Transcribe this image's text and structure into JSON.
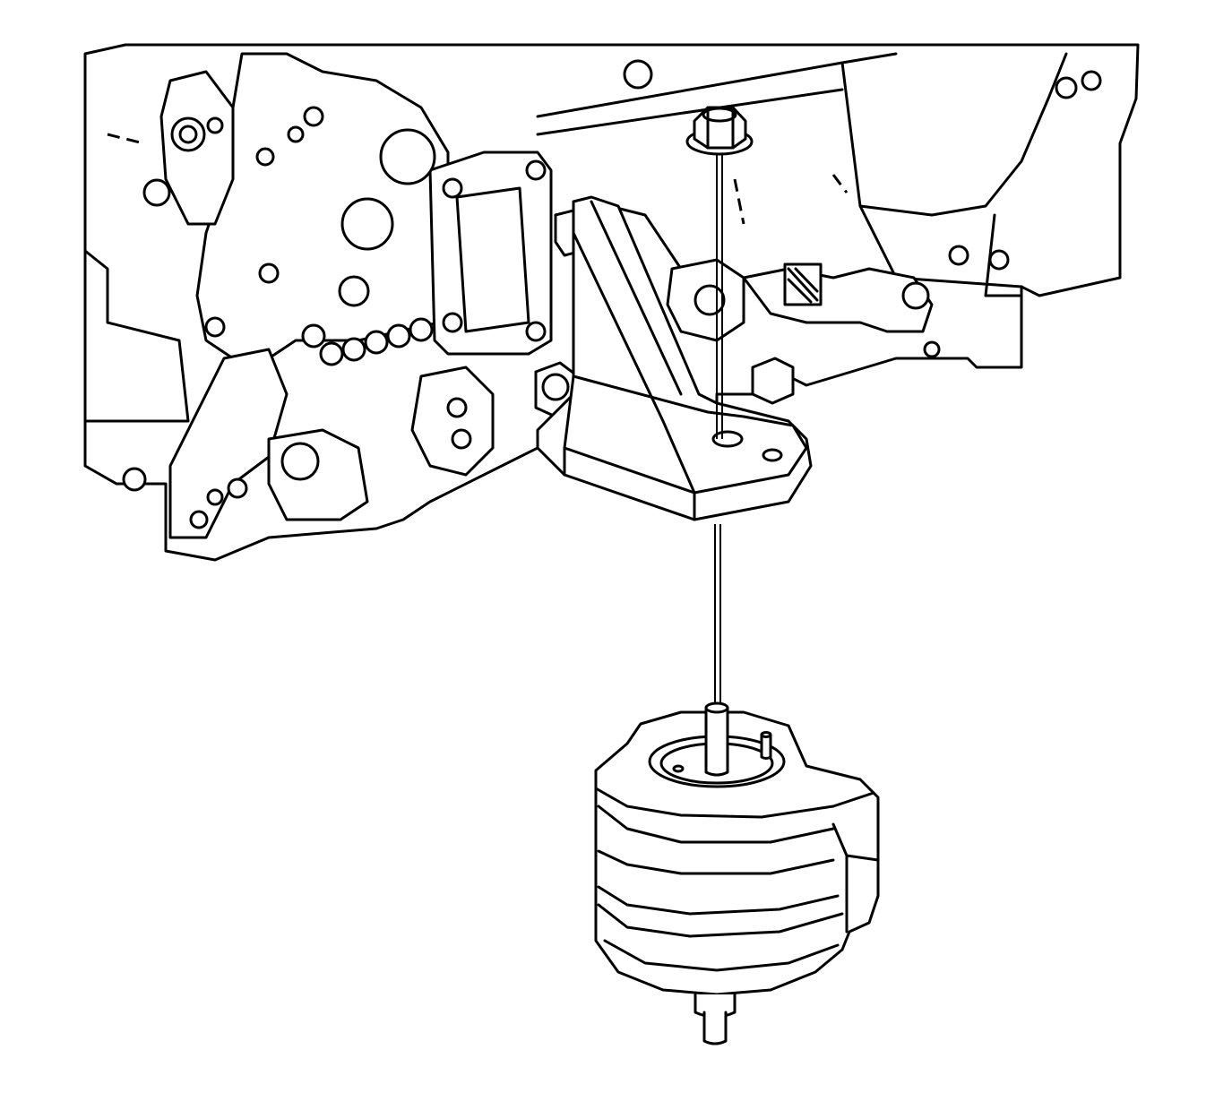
{
  "illustration": {
    "line_color": "#000000",
    "background_color": "#ffffff",
    "parts": [
      "engine-block",
      "engine-mount-bracket",
      "bracket-bolt",
      "mount-nut",
      "engine-mount"
    ]
  }
}
